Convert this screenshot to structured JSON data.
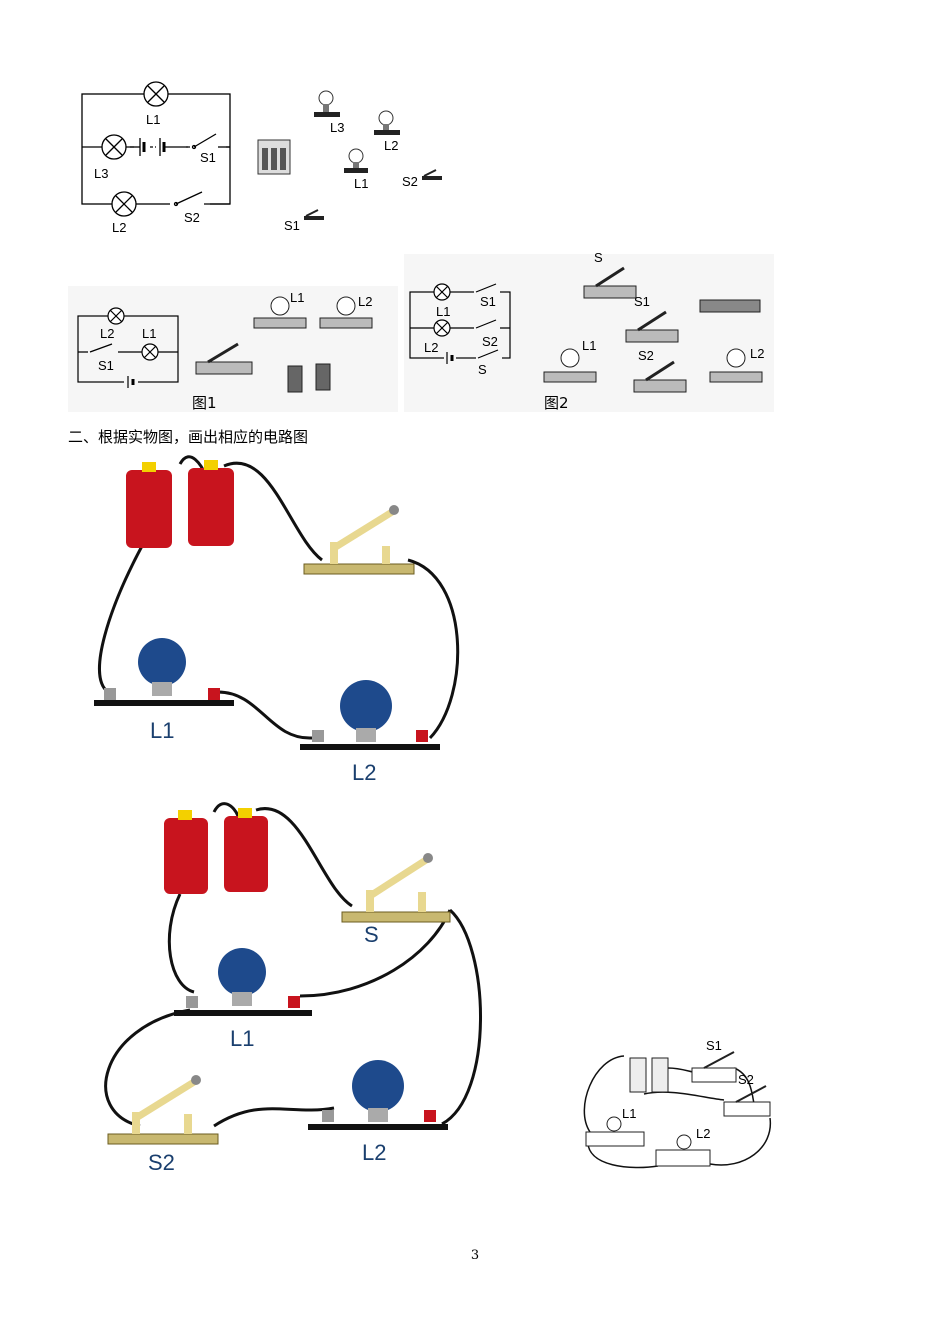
{
  "top_left_circuit": {
    "labels": [
      "L1",
      "L3",
      "S1",
      "L2",
      "S2"
    ]
  },
  "top_right_components": {
    "labels": [
      "L3",
      "L2",
      "L1",
      "S2",
      "S1"
    ]
  },
  "figure1": {
    "caption": "图1",
    "labels": [
      "L2",
      "L1",
      "S1",
      "L1",
      "L2"
    ]
  },
  "figure2": {
    "caption": "图2",
    "labels": [
      "L1",
      "S1",
      "L2",
      "S2",
      "S",
      "S",
      "S1",
      "S2",
      "L1",
      "L2"
    ]
  },
  "section2": {
    "heading": "二、根据实物图，画出相应的电路图"
  },
  "real1": {
    "labels": [
      "L1",
      "L2"
    ]
  },
  "real2": {
    "labels": [
      "S",
      "L1",
      "S2",
      "L2"
    ]
  },
  "small_real": {
    "labels": [
      "S1",
      "S2",
      "L1",
      "L2"
    ]
  },
  "page": {
    "number": "3"
  },
  "colors": {
    "battery": "#c8141e",
    "bulb": "#1e4a8c",
    "base": "#8a7a3a",
    "label_blue": "#1a3f6e"
  }
}
